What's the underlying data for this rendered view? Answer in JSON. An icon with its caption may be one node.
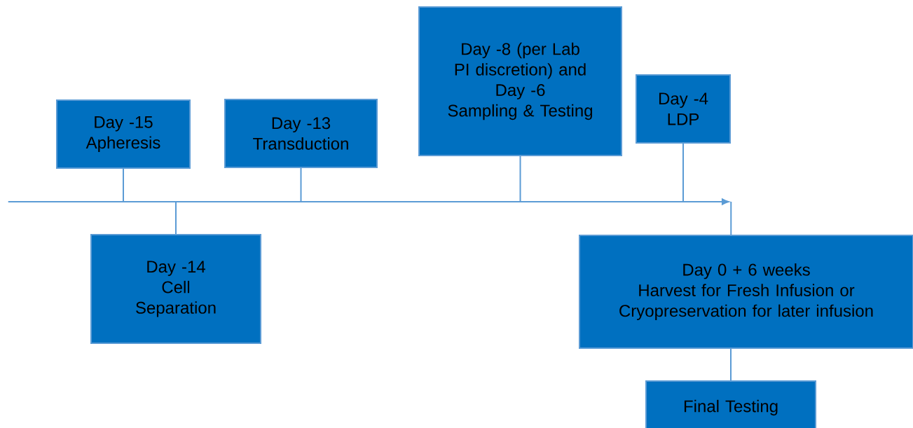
{
  "diagram": {
    "nodes": [
      {
        "text": [
          "Day -15",
          "Apheresis"
        ]
      },
      {
        "text": [
          "Day -13",
          "Transduction"
        ]
      },
      {
        "text": [
          "Day -8 (per Lab PI discretion) and",
          "Day -6",
          "Sampling & Testing"
        ]
      },
      {
        "text": [
          "Day -4",
          "LDP"
        ]
      },
      {
        "text": [],
        "shape": "arrow"
      },
      {
        "text": [
          "Day -14",
          "Cell Separation"
        ]
      },
      {
        "text": [
          "Day 0 + 6 weeks",
          "Harvest for Fresh Infusion or Cryopreservation for later infusion"
        ]
      },
      {
        "text": [
          "Final Testing"
        ]
      }
    ],
    "edges": [
      {
        "from": 0,
        "to": 4,
        "arrow": "none"
      },
      {
        "from": 1,
        "to": 4,
        "arrow": "none"
      },
      {
        "from": 2,
        "to": 4,
        "arrow": "none"
      },
      {
        "from": 3,
        "to": 4,
        "arrow": "none"
      },
      {
        "from": 4,
        "to": 5,
        "arrow": "none"
      },
      {
        "from": 4,
        "to": 6,
        "arrow": "none"
      },
      {
        "from": 6,
        "to": 7,
        "arrow": "none"
      }
    ]
  }
}
